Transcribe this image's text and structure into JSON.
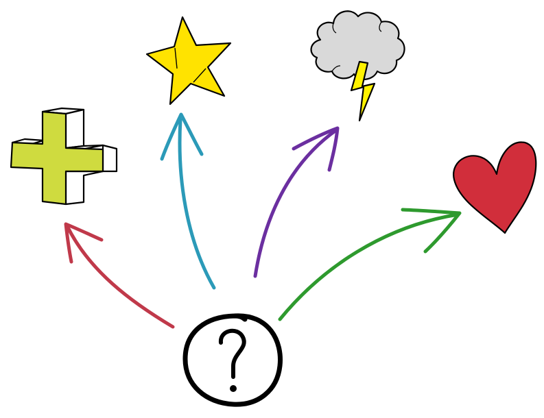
{
  "diagram": {
    "center": {
      "icon": "question-mark-in-circle-icon",
      "stroke": "#000000"
    },
    "branches": [
      {
        "name": "plus",
        "icon": "plus-cross-icon",
        "arrow_color": "#c0394a",
        "fill": "#cfdb3f"
      },
      {
        "name": "star",
        "icon": "star-icon",
        "arrow_color": "#2b9ab8",
        "fill": "#ffe300"
      },
      {
        "name": "storm",
        "icon": "storm-cloud-icon",
        "arrow_color": "#6b2fa0",
        "fill": "#d9d9d9",
        "accent": "#fff200"
      },
      {
        "name": "heart",
        "icon": "heart-icon",
        "arrow_color": "#2e9a2e",
        "fill": "#d12e3b"
      }
    ]
  }
}
